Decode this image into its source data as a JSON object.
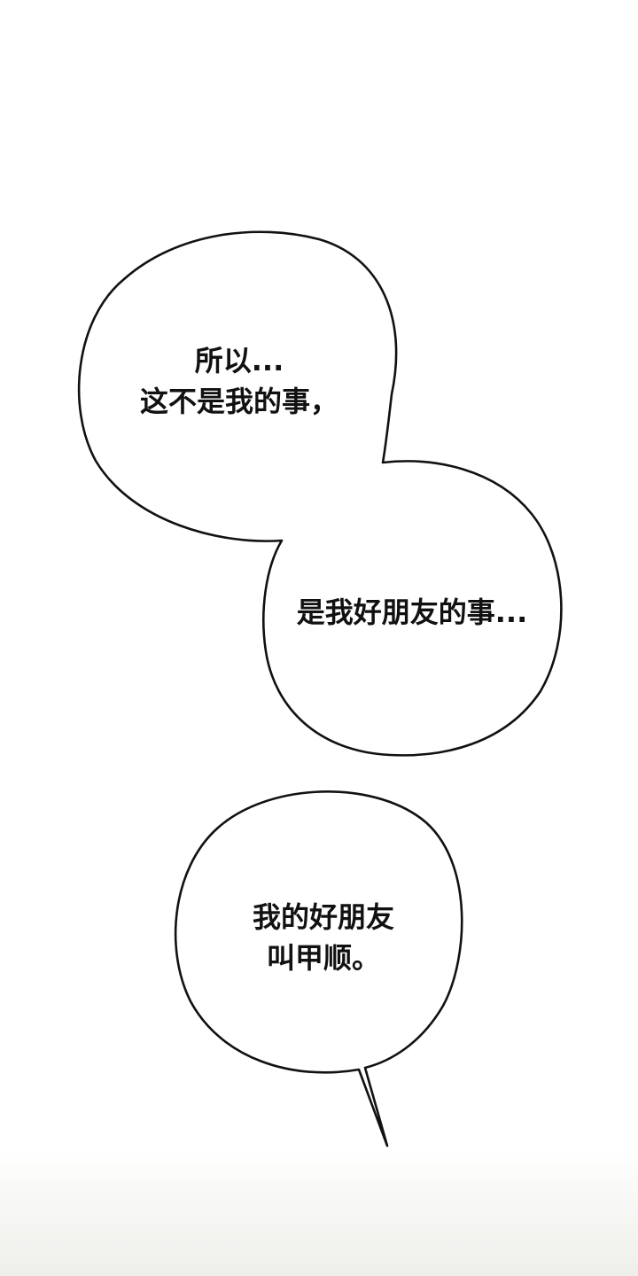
{
  "bubbles": [
    {
      "lines": [
        "所以...",
        "这不是我的事，"
      ]
    },
    {
      "lines": [
        "是我好朋友的事..."
      ]
    },
    {
      "lines": [
        "我的好朋友",
        "叫甲顺。"
      ]
    }
  ]
}
